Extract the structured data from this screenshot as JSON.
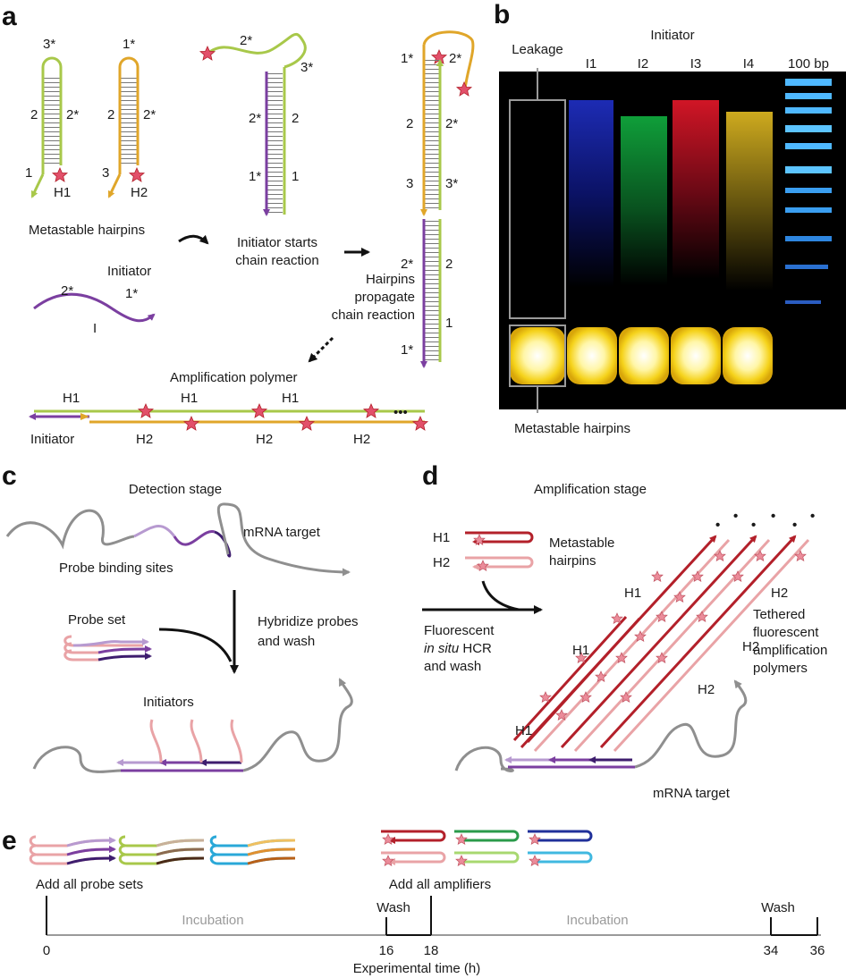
{
  "colors": {
    "green": "#a8c84a",
    "orange": "#e0a62a",
    "purple": "#7b3fa0",
    "dark_purple": "#3e1d6e",
    "light_purple": "#b79ad0",
    "red": "#b3202a",
    "pink": "#e9a3a6",
    "gray": "#8f8f8f",
    "star": "#e2506a"
  },
  "panel_a": {
    "panel_letter": "a",
    "h1_top": "3*",
    "h1_left": "2",
    "h1_right": "2*",
    "h1_bottom": "1",
    "h1_name": "H1",
    "h2_top": "1*",
    "h2_left": "2",
    "h2_right": "2*",
    "h2_bottom": "3",
    "h2_name": "H2",
    "caption_hairpins": "Metastable hairpins",
    "initiator_label": "Initiator",
    "initiator_2s": "2*",
    "initiator_1s": "1*",
    "initiator_i": "I",
    "mid_2s_top": "2*",
    "mid_3s": "3*",
    "mid_2s": "2*",
    "mid_2": "2",
    "mid_1s": "1*",
    "mid_1": "1",
    "caption_mid_1": "Initiator starts",
    "caption_mid_2": "chain reaction",
    "right_1s_top": "1*",
    "right_2s_top": "2*",
    "right_2": "2",
    "right_2s": "2*",
    "right_3": "3",
    "right_3s": "3*",
    "right_2s_low": "2*",
    "right_2_low": "2",
    "right_1": "1",
    "right_1s_bottom": "1*",
    "caption_right_1": "Hairpins",
    "caption_right_2": "propagate",
    "caption_right_3": "chain reaction",
    "amp_polymer": "Amplification polymer",
    "poly_h1": "H1",
    "poly_h2": "H2",
    "poly_initiator": "Initiator",
    "ellipsis": "•••"
  },
  "panel_b": {
    "panel_letter": "b",
    "header": "Initiator",
    "lanes": [
      "I1",
      "I2",
      "I3",
      "I4",
      "100 bp"
    ],
    "leakage": "Leakage",
    "hairpins": "Metastable hairpins"
  },
  "panel_c": {
    "panel_letter": "c",
    "detection_stage": "Detection stage",
    "mrna_target": "mRNA target",
    "probe_binding_sites": "Probe binding sites",
    "probe_set": "Probe set",
    "hybridize_1": "Hybridize probes",
    "hybridize_2": "and wash",
    "initiators": "Initiators"
  },
  "panel_d": {
    "panel_letter": "d",
    "amplification_stage": "Amplification stage",
    "h1": "H1",
    "h2": "H2",
    "metastable_1": "Metastable",
    "metastable_2": "hairpins",
    "fluor_1": "Fluorescent",
    "fluor_2": "in situ",
    "fluor_2b": " HCR",
    "fluor_3": "and wash",
    "tethered_1": "Tethered",
    "tethered_2": "fluorescent",
    "tethered_3": "amplification",
    "tethered_4": "polymers",
    "mrna_target": "mRNA target",
    "poly_labels": [
      "H1",
      "H1",
      "H1",
      "H2",
      "H2",
      "H2"
    ]
  },
  "panel_e": {
    "panel_letter": "e",
    "add_probes": "Add all probe sets",
    "add_amplifiers": "Add all amplifiers",
    "incubation_1": "Incubation",
    "incubation_2": "Incubation",
    "wash_1": "Wash",
    "wash_2": "Wash",
    "ticks": [
      "0",
      "16",
      "18",
      "34",
      "36"
    ],
    "xlabel": "Experimental time (h)"
  }
}
